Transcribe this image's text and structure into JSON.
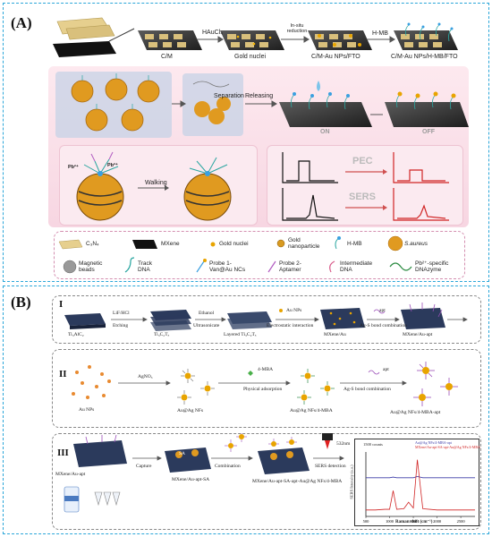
{
  "panelA": {
    "label": "(A)",
    "top_row": {
      "steps": [
        "C/M",
        "Gold nuclei",
        "C/M-Au NPs/FTO",
        "C/M-Au NPs/H-MB/FTO"
      ],
      "arrows": [
        "HAuCl₄",
        "In-situ reduction",
        "H-MB"
      ]
    },
    "middle_row": {
      "arrows": [
        "Separation",
        "Releasing"
      ],
      "states": [
        "ON",
        "OFF"
      ]
    },
    "walking": {
      "arrow": "Walking",
      "ions": [
        "Pb²⁺",
        "Pb²⁺"
      ]
    },
    "signals": {
      "pec": "PEC",
      "sers": "SERS"
    },
    "legend": [
      {
        "icon": "c3n4-icon",
        "label": "C₃N₄"
      },
      {
        "icon": "mxene-icon",
        "label": "MXene"
      },
      {
        "icon": "gold-nuclei-icon",
        "label": "Gold nuclei"
      },
      {
        "icon": "gold-nanoparticle-icon",
        "label": "Gold nanoparticle"
      },
      {
        "icon": "h-mb-icon",
        "label": "H-MB"
      },
      {
        "icon": "s-aureus-icon",
        "label": "S.aureus"
      },
      {
        "icon": "magnetic-beads-icon",
        "label": "Magnetic beads"
      },
      {
        "icon": "track-dna-icon",
        "label": "Track DNA"
      },
      {
        "icon": "probe1-icon",
        "label": "Probe 1-Van@Au NCs"
      },
      {
        "icon": "probe2-icon",
        "label": "Probe 2-Aptamer"
      },
      {
        "icon": "intermediate-dna-icon",
        "label": "Intermediate DNA"
      },
      {
        "icon": "dnazyme-icon",
        "label": "Pb²⁺-specific DNAzyme"
      }
    ]
  },
  "panelB": {
    "label": "(B)",
    "row1": {
      "roman": "I",
      "items": [
        "Ti₃AlC₂",
        "Ti₃C₂Tₓ",
        "Layered Ti₃C₂Tₓ",
        "MXene/Au",
        "MXene/Au-apt"
      ],
      "arrows_top": [
        "LiF/HCl",
        "Ethanol",
        "Au NPs",
        "apt"
      ],
      "arrows_bottom": [
        "Etching",
        "Ultrasonicate",
        "Electrostatic interaction",
        "Ag-S bond combination"
      ]
    },
    "row2": {
      "roman": "II",
      "items": [
        "Au NPs",
        "Au@Ag NFs",
        "Au@Ag NFs/4-MBA",
        "Au@Ag NFs/4-MBA-apt"
      ],
      "arrows_top": [
        "AgNO₃",
        "4-MBA",
        "apt"
      ],
      "arrows_bottom": [
        "",
        "Physical adsorption",
        "Ag-S bond combination"
      ]
    },
    "row3": {
      "roman": "III",
      "items": [
        "MXene/Au-apt",
        "MXene/Au-apt-SA",
        "MXene/Au-apt-SA-apt-Au@Ag NFs/4-MBA"
      ],
      "arrows": [
        "Capture",
        "Combination",
        "SERS detection"
      ],
      "laser": "532nm",
      "bacteria_label": "SA"
    },
    "raman_chart": {
      "chart_data": {
        "type": "line",
        "title": "",
        "xlabel": "Raman shift (cm⁻¹)",
        "ylabel": "SERS Intensity (a.u.)",
        "xlim": [
          500,
          2800
        ],
        "x_ticks": [
          "500",
          "1000",
          "1500",
          "2000",
          "2500"
        ],
        "scale_bar": "1500 counts",
        "series": [
          {
            "name": "Au@Ag NFs/4-MBA-apt",
            "color": "#3a3aa8",
            "x": [
              500,
              700,
              900,
              1000,
              1075,
              1150,
              1300,
              1500,
              1585,
              1700,
              2000,
              2400,
              2800
            ],
            "y": [
              0.6,
              0.6,
              0.6,
              0.6,
              0.61,
              0.6,
              0.6,
              0.6,
              0.62,
              0.6,
              0.6,
              0.6,
              0.6
            ]
          },
          {
            "name": "MXene/Au-apt-SA-apt-Au@Ag NFs/4-MBA",
            "color": "#d02424",
            "x": [
              500,
              700,
              900,
              1000,
              1075,
              1150,
              1300,
              1400,
              1500,
              1585,
              1700,
              2000,
              2400,
              2800
            ],
            "y": [
              0.1,
              0.1,
              0.11,
              0.11,
              0.4,
              0.11,
              0.12,
              0.22,
              0.13,
              0.88,
              0.12,
              0.1,
              0.1,
              0.1
            ]
          }
        ]
      }
    }
  }
}
